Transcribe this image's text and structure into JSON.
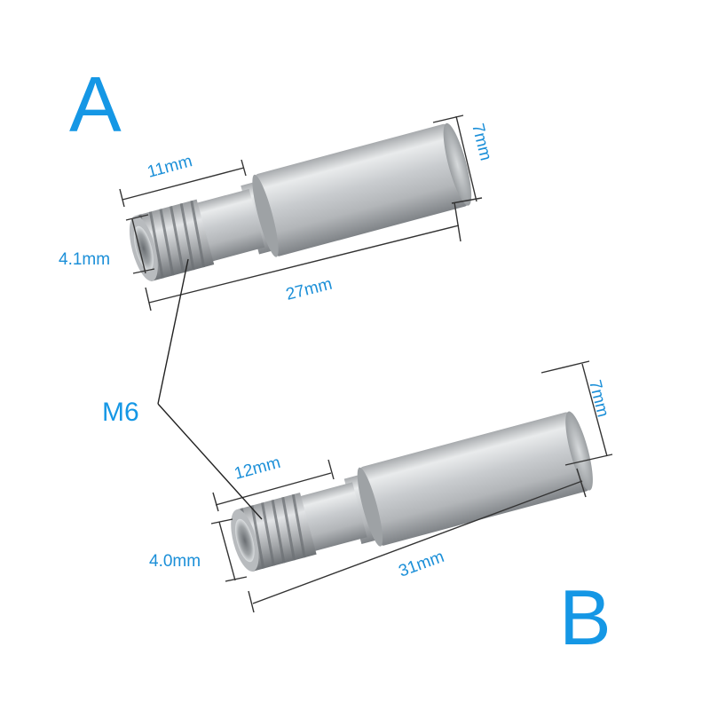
{
  "labels": {
    "part_a": "A",
    "part_b": "B",
    "thread": "M6"
  },
  "part_a": {
    "thread_length": "11mm",
    "total_length": "27mm",
    "outer_diameter": "7mm",
    "inner_diameter": "4.1mm"
  },
  "part_b": {
    "thread_length": "12mm",
    "total_length": "31mm",
    "outer_diameter": "7mm",
    "inner_diameter": "4.0mm"
  },
  "colors": {
    "label": "#1597e5",
    "dimension_text": "#1b8fd8",
    "dimension_line": "#333333",
    "metal_light": "#e4e6e8",
    "metal_dark": "#8d9195"
  }
}
